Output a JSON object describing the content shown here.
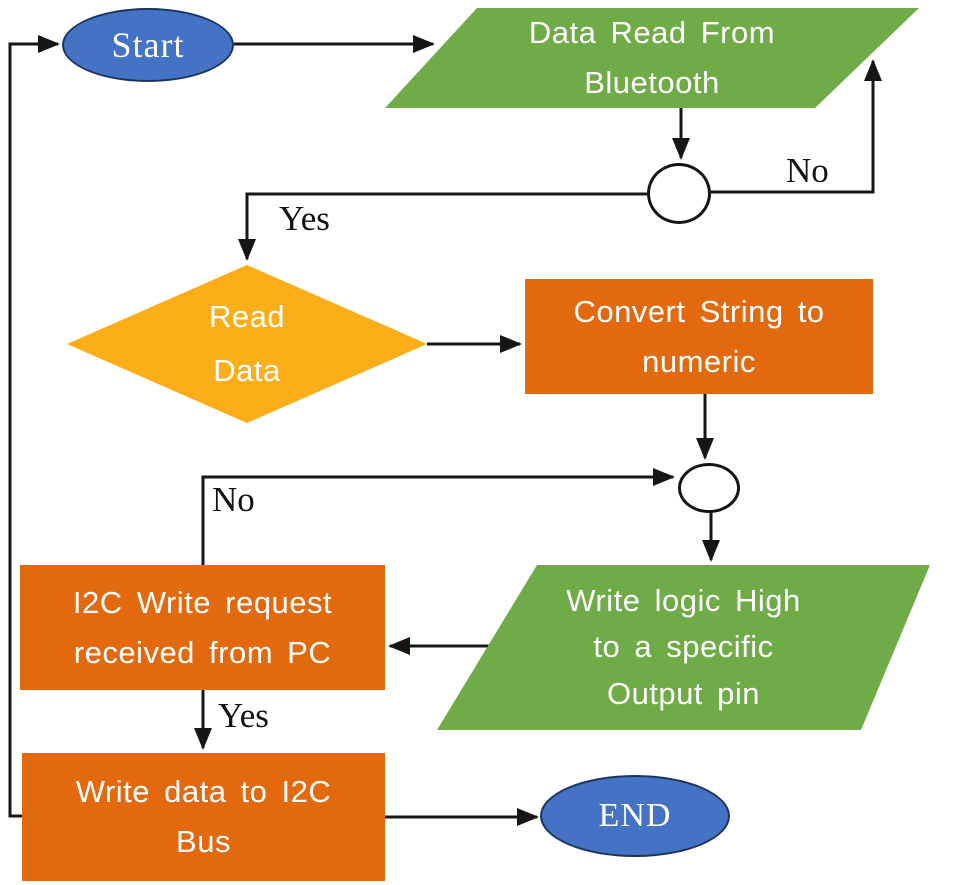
{
  "diagram": {
    "type": "flowchart",
    "background": "#ffffff",
    "palette": {
      "terminator_blue": "#4472c4",
      "terminator_border": "#1d3461",
      "io_green": "#6fab47",
      "process_orange": "#e2690d",
      "decision_yellow": "#fbae17",
      "connector_black": "#161616",
      "label_white": "#ffffff"
    },
    "nodes": {
      "start": {
        "type": "terminator",
        "label": "Start"
      },
      "data_read_from_bluetooth": {
        "type": "input-output",
        "label": "Data Read From\nBluetooth"
      },
      "junction_top": {
        "type": "connector-circle",
        "label": ""
      },
      "read_data": {
        "type": "decision",
        "label": "Read\nData"
      },
      "convert_string_to_numeric": {
        "type": "process",
        "label": "Convert String to\nnumeric"
      },
      "junction_mid": {
        "type": "connector-circle",
        "label": ""
      },
      "write_logic_high": {
        "type": "input-output",
        "label": "Write logic High\nto a specific\nOutput pin"
      },
      "i2c_write_request": {
        "type": "process",
        "label": "I2C Write request\nreceived from PC"
      },
      "write_data_to_i2c_bus": {
        "type": "process",
        "label": "Write data to I2C\nBus"
      },
      "end": {
        "type": "terminator",
        "label": "END"
      }
    },
    "edge_labels": {
      "yes_to_read_data": "Yes",
      "no_to_bluetooth": "No",
      "no_to_junction": "No",
      "yes_to_write_data": "Yes"
    }
  }
}
